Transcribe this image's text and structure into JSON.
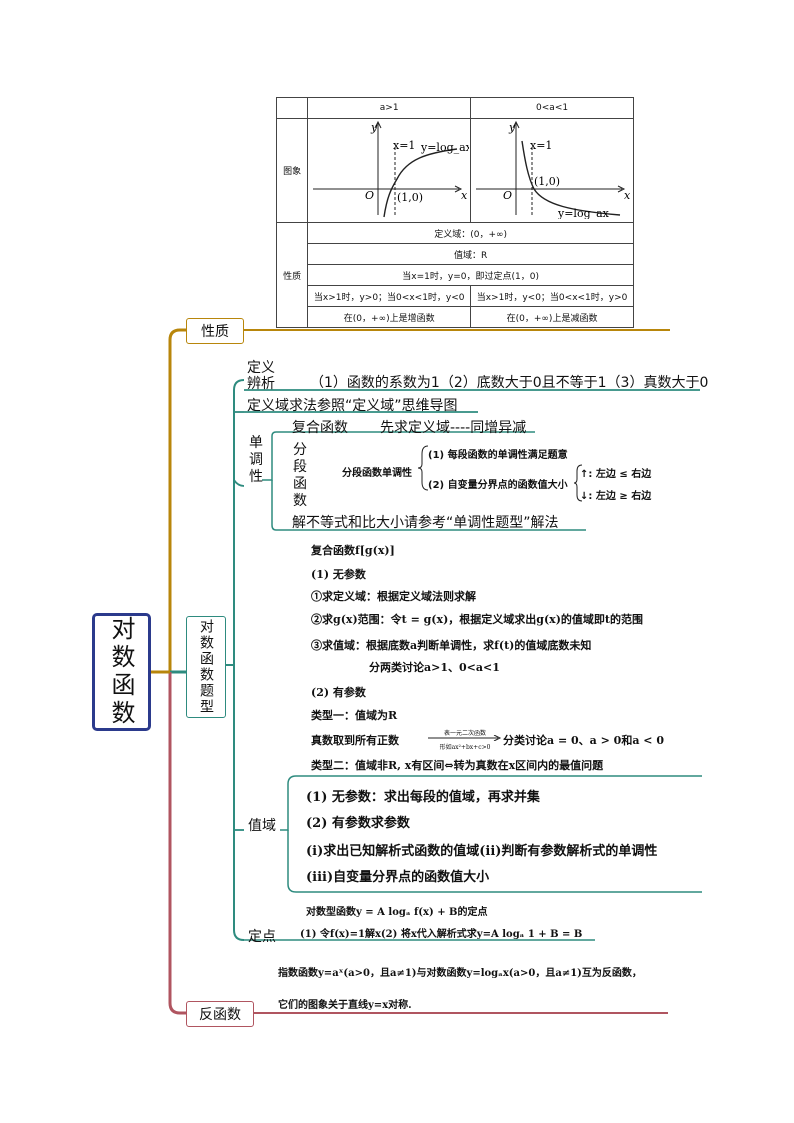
{
  "root": {
    "label": "对数函数"
  },
  "colors": {
    "gold": "#b8860b",
    "teal": "#2e8b7f",
    "rose": "#b05560",
    "navy": "#2b3a8c"
  },
  "branches": {
    "properties": {
      "label": "性质"
    },
    "question_types": {
      "label": "对数函数题型"
    },
    "inverse": {
      "label": "反函数"
    }
  },
  "table": {
    "col_a_gt1": "a>1",
    "col_a_lt1": "0<a<1",
    "row_graph": "图象",
    "row_props": "性质",
    "graph_left": {
      "y": "y",
      "x": "x",
      "o": "O",
      "x1": "x=1",
      "point": "(1,0)",
      "fn": "y=log_ax"
    },
    "graph_right": {
      "y": "y",
      "x": "x",
      "o": "O",
      "x1": "x=1",
      "point": "(1,0)",
      "fn": "y=log_ax"
    },
    "domain": "定义域：(0，+∞)",
    "range": "值域：R",
    "fixed_point": "当x=1时，y=0，即过定点(1，0)",
    "sign_a_gt1": "当x>1时，y>0；当0<x<1时，y<0",
    "sign_a_lt1": "当x>1时，y<0；当0<x<1时，y>0",
    "mono_a_gt1": "在(0，+∞)上是增函数",
    "mono_a_lt1": "在(0，+∞)上是减函数"
  },
  "definition": {
    "label1": "定义",
    "label2": "辨析",
    "text": "（1）函数的系数为1（2）底数大于0且不等于1（3）真数大于0"
  },
  "domain_method": "定义域求法参照“定义域”思维导图",
  "monotonic": {
    "label": "单调性",
    "composite": "复合函数",
    "composite_rule": "先求定义域----同增异减",
    "piecewise_label": "分段函数",
    "piecewise_title": "分段函数单调性",
    "cond1": "(1) 每段函数的单调性满足题意",
    "cond2": "(2) 自变量分界点的函数值大小",
    "inc": "↑: 左边 ≤ 右边",
    "dec": "↓: 左边 ≥ 右边",
    "inequality": "解不等式和比大小请参考“单调性题型”解法"
  },
  "composite_block": {
    "title": "复合函数f[g(x)]",
    "no_param": "(1) 无参数",
    "step1": "①求定义域：根据定义域法则求解",
    "step2": "②求g(x)范围：令t = g(x)，根据定义域求出g(x)的值域即t的范围",
    "step3": "③求值域：根据底数a判断单调性，求f(t)的值域底数未知",
    "step3b": "分两类讨论a>1、0<a<1",
    "with_param": "(2) 有参数",
    "type1": "类型一：值域为R",
    "type1_pre": "真数取到所有正数",
    "type1_arrow_top": "表一元二次函数",
    "type1_arrow_bot": "形如ax²+bx+c>0",
    "type1_post": "分类讨论a = 0、a > 0和a < 0",
    "type2": "类型二：值域非R, x有区间⇔转为真数在x区间内的最值问题"
  },
  "range_block": {
    "label": "值域",
    "l1": "(1) 无参数：求出每段的值域，再求并集",
    "l2": "(2) 有参数求参数",
    "l3": "(i)求出已知解析式函数的值域(ii)判断有参数解析式的单调性",
    "l4": "(iii)自变量分界点的函数值大小"
  },
  "fixed_block": {
    "label": "定点",
    "l1": "对数型函数y = A logₐ f(x) + B的定点",
    "l2": "(1) 令f(x)=1解x(2) 将x代入解析式求y=A logₐ 1 + B = B"
  },
  "inverse_block": {
    "l1": "指数函数y=aˣ(a>0，且a≠1)与对数函数y=logₐx(a>0，且a≠1)互为反函数，",
    "l2": "它们的图象关于直线y=x对称."
  }
}
